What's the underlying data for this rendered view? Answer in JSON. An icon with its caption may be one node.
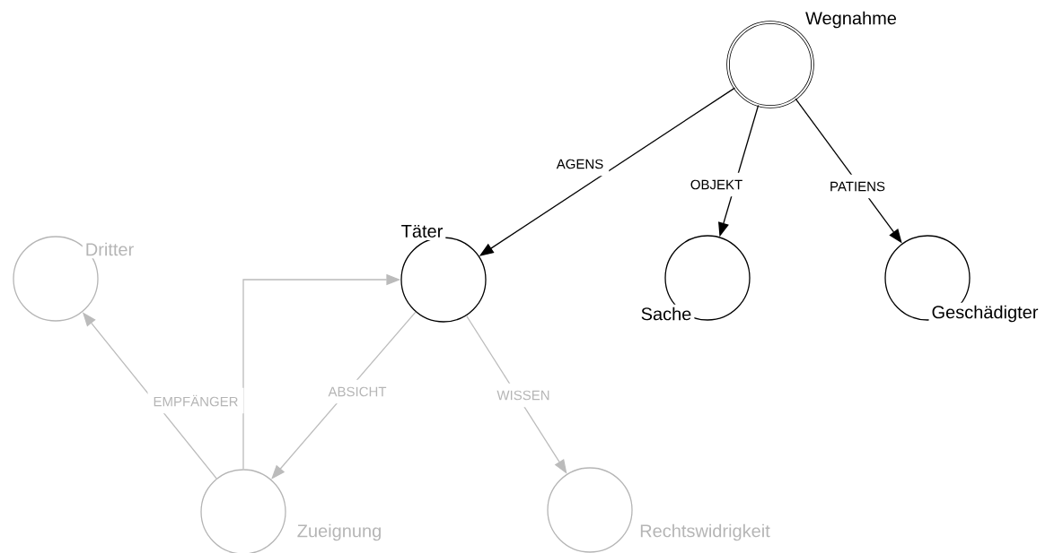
{
  "diagram": {
    "nodes": [
      {
        "text": [
          "Wegnahme"
        ]
      },
      {
        "text": [
          "Täter"
        ]
      },
      {
        "text": [
          "Sache"
        ]
      },
      {
        "text": [
          "Geschädigter"
        ]
      },
      {
        "text": [
          "Dritter"
        ]
      },
      {
        "text": [
          "Zueignung"
        ]
      },
      {
        "text": [
          "Rechtswidrigkeit"
        ]
      }
    ],
    "edges": [
      {
        "from": 0,
        "to": 1,
        "arrow": "to",
        "label": "AGENS",
        "color": "#000000"
      },
      {
        "from": 0,
        "to": 2,
        "arrow": "to",
        "label": "OBJEKT",
        "color": "#000000"
      },
      {
        "from": 0,
        "to": 3,
        "arrow": "to",
        "label": "PATIENS",
        "color": "#000000"
      },
      {
        "from": 5,
        "to": 4,
        "arrow": "to",
        "label": "EMPFÄNGER",
        "color": "#bbbbbb"
      },
      {
        "from": 5,
        "to": 1,
        "arrow": "to",
        "color": "#bbbbbb"
      },
      {
        "from": 1,
        "to": 5,
        "arrow": "to",
        "label": "ABSICHT",
        "color": "#bbbbbb"
      },
      {
        "from": 1,
        "to": 6,
        "arrow": "to",
        "label": "WISSEN",
        "color": "#bbbbbb"
      }
    ]
  }
}
